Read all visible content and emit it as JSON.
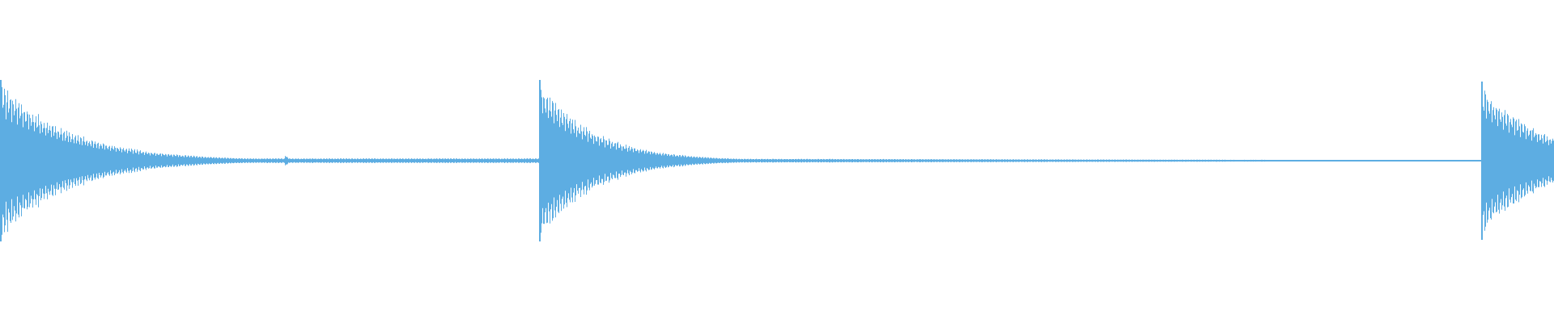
{
  "waveform": {
    "color": "#5dade2",
    "baseline_amplitude": 0.02,
    "transients": [
      {
        "position": 0.0,
        "peak": 1.0,
        "decay": 0.045,
        "level": "full"
      },
      {
        "position": 0.183,
        "peak": 0.09,
        "decay": 0.003,
        "level": "minor"
      },
      {
        "position": 0.347,
        "peak": 1.0,
        "decay": 0.035,
        "level": "full"
      },
      {
        "position": 0.953,
        "peak": 0.98,
        "decay": 0.04,
        "level": "full"
      }
    ],
    "baseline_fade": {
      "start": 0.35,
      "end": 0.953,
      "from_amplitude": 0.03,
      "to_amplitude": 0.006
    }
  }
}
